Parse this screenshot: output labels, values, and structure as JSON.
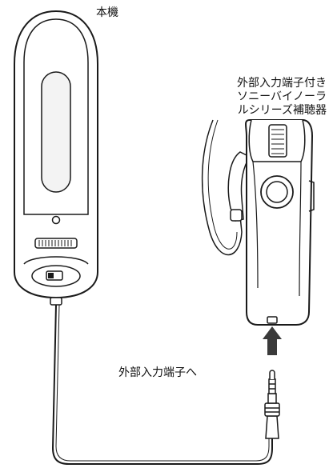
{
  "labels": {
    "main_unit": "本機",
    "hearing_aid": [
      "外部入力端子付き",
      "ソニーバイノーラ",
      "ルシリーズ補聴器"
    ],
    "external_input": "外部入力端子へ"
  },
  "colors": {
    "line": "#1a1a1a",
    "body_fill": "#ffffff",
    "inner_fill": "#f3f3f3",
    "arrow": "#3a3a3a"
  }
}
